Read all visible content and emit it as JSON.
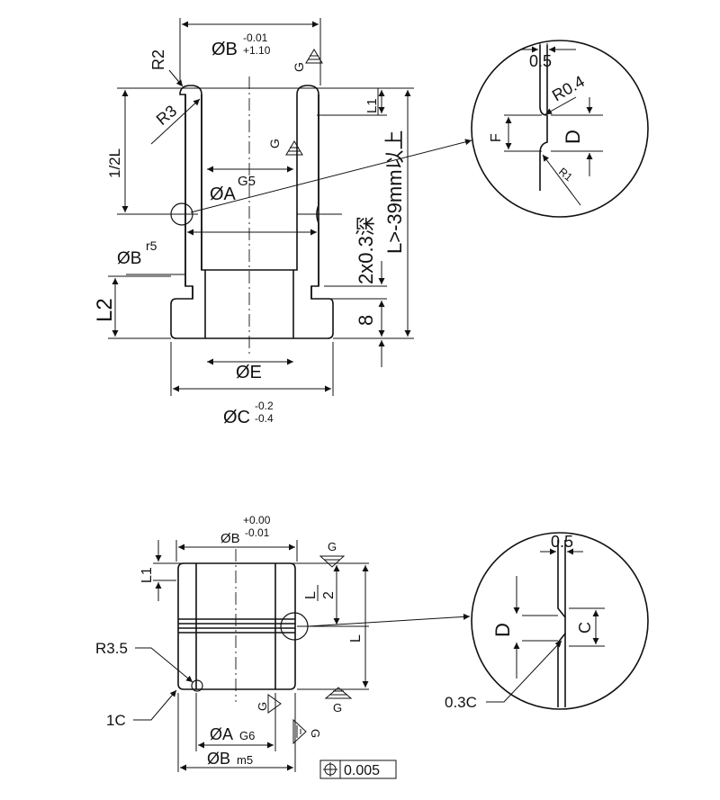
{
  "top_drawing": {
    "dia_b": "ØB",
    "dia_b_tol_upper": "-0.01",
    "dia_b_tol_lower": "+1.10",
    "r2": "R2",
    "r3": "R3",
    "half_l": "1/2L",
    "dia_a": "ØA",
    "g5": "G5",
    "dia_b_r5": "ØB",
    "r5": "r5",
    "l2": "L2",
    "dia_e": "ØE",
    "dia_c": "ØC",
    "dia_c_tol_upper": "-0.2",
    "dia_c_tol_lower": "-0.4",
    "l1": "L1",
    "groove": "2x0.3深",
    "length": "L>-39mm以上",
    "eight": "8",
    "grind_g1": "G",
    "grind_g2": "G"
  },
  "top_detail": {
    "gap": "0.5",
    "r04": "R0.4",
    "f": "F",
    "d": "D",
    "r1": "R1"
  },
  "bottom_drawing": {
    "dia_b": "ØB",
    "dia_b_tol_upper": "+0.00",
    "dia_b_tol_lower": "-0.01",
    "l1": "L1",
    "half_l_num": "L",
    "half_l_den": "2",
    "l": "L",
    "r35": "R3.5",
    "one_c": "1C",
    "dia_a": "ØA",
    "g6": "G6",
    "dia_b_m5": "ØB",
    "m5": "m5",
    "position_tol": "0.005",
    "grind_top": "G",
    "grind_bottom": "G",
    "grind_bore": "G",
    "grind_outer": "G"
  },
  "bottom_detail": {
    "gap": "0.5",
    "d": "D",
    "c": "C",
    "chamfer": "0.3C"
  }
}
